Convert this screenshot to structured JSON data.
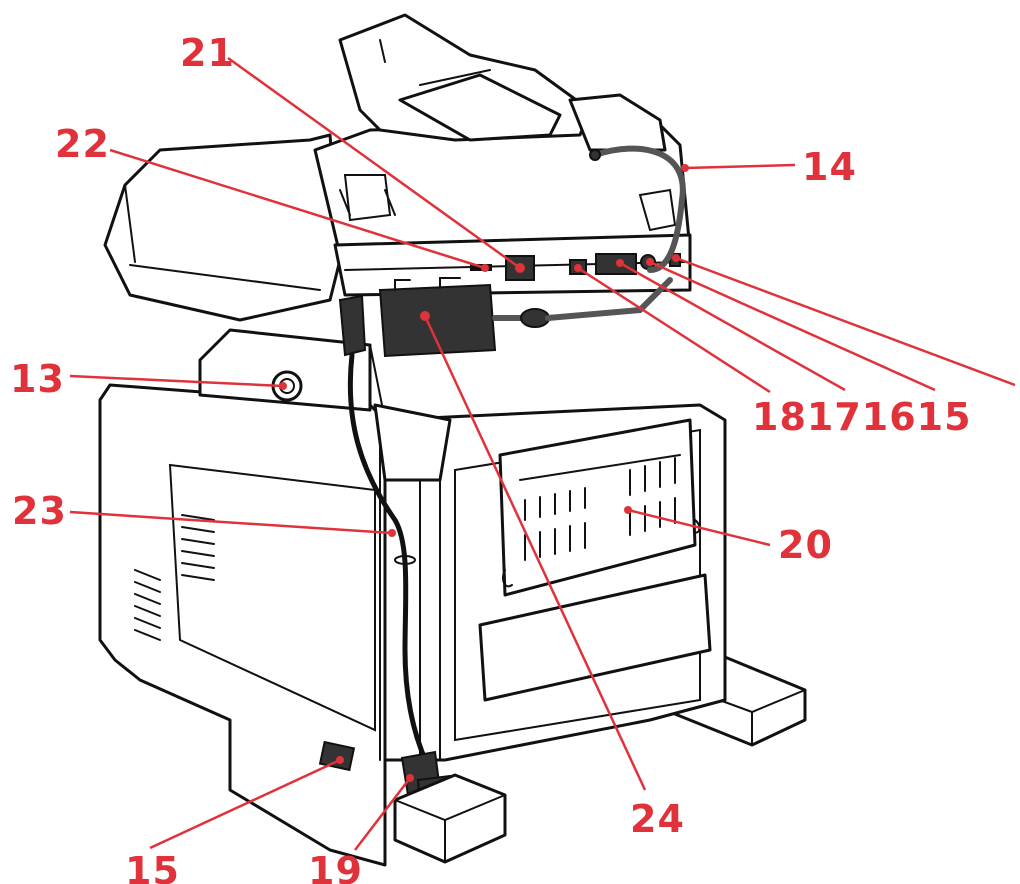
{
  "callouts": {
    "c13": "13",
    "c14": "14",
    "c15_bottom": "15",
    "c19": "19",
    "c20": "20",
    "c21": "21",
    "c22": "22",
    "c23": "23",
    "c24": "24",
    "c_group": "18171615"
  },
  "colors": {
    "callout": "#e0323a",
    "outline": "#111111",
    "background": "#ffffff"
  }
}
